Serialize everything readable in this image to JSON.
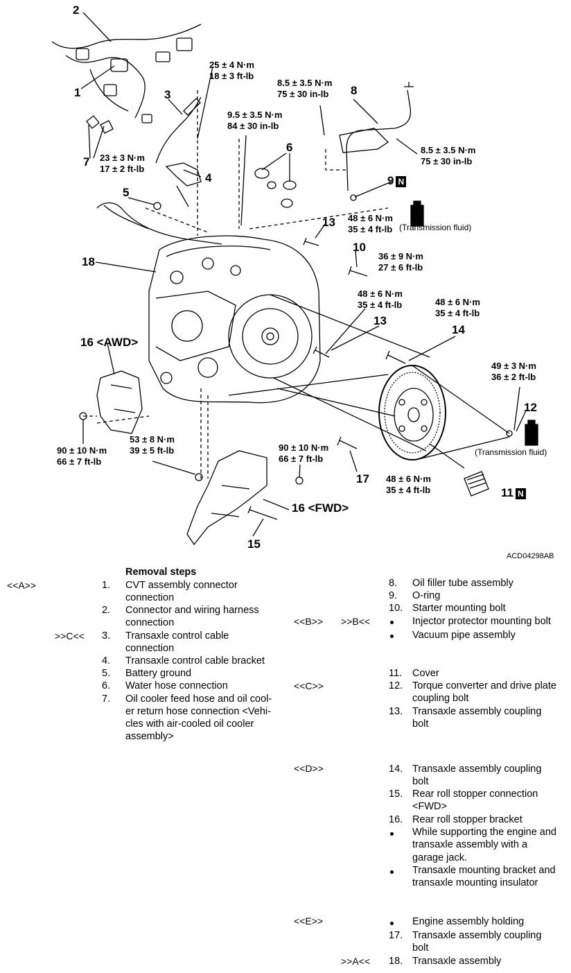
{
  "figure_code": "ACD04298AB",
  "callouts": {
    "c1": "1",
    "c2": "2",
    "c3": "3",
    "c4": "4",
    "c5": "5",
    "c6": "6",
    "c7": "7",
    "c8": "8",
    "c9": "9",
    "c10": "10",
    "c11": "11",
    "c12": "12",
    "c13a": "13",
    "c13b": "13",
    "c14": "14",
    "c15": "15",
    "c16awd": "16 <AWD>",
    "c16fwd": "16 <FWD>",
    "c17": "17",
    "c18": "18",
    "n_mark": "N"
  },
  "torques": {
    "t25": [
      "25 ± 4 N·m",
      "18 ± 3 ft-lb"
    ],
    "t95": [
      "9.5 ± 3.5 N·m",
      "84 ± 30 in-lb"
    ],
    "t85a": [
      "8.5 ± 3.5 N·m",
      "75 ± 30 in-lb"
    ],
    "t85b": [
      "8.5 ± 3.5 N·m",
      "75 ± 30 in-lb"
    ],
    "t23": [
      "23 ± 3 N·m",
      "17 ± 2 ft-lb"
    ],
    "t48a": [
      "48 ± 6 N·m",
      "35 ± 4 ft-lb"
    ],
    "t36": [
      "36 ± 9 N·m",
      "27 ± 6 ft-lb"
    ],
    "t48b": [
      "48 ± 6 N·m",
      "35 ± 4 ft-lb"
    ],
    "t48c": [
      "48 ± 6 N·m",
      "35 ± 4 ft-lb"
    ],
    "t49": [
      "49 ± 3 N·m",
      "36 ± 2 ft-lb"
    ],
    "t90a": [
      "90 ± 10 N·m",
      "66 ± 7 ft-lb"
    ],
    "t53": [
      "53 ± 8 N·m",
      "39 ± 5 ft-lb"
    ],
    "t90b": [
      "90 ± 10 N·m",
      "66 ± 7 ft-lb"
    ],
    "t48d": [
      "48 ± 6 N·m",
      "35 ± 4 ft-lb"
    ]
  },
  "fluid_label_1": "(Transmission fluid)",
  "fluid_label_2": "(Transmission fluid)",
  "steps_heading": "Removal steps",
  "left_steps": [
    {
      "code": "<<A>>",
      "num": "1.",
      "lines": [
        "CVT assembly connector",
        "connection"
      ]
    },
    {
      "num": "2.",
      "lines": [
        "Connector and wiring harness",
        "connection"
      ]
    },
    {
      "code": ">>C<<",
      "num": "3.",
      "lines": [
        "Transaxle control cable",
        "connection"
      ]
    },
    {
      "num": "4.",
      "lines": [
        "Transaxle control cable bracket"
      ]
    },
    {
      "num": "5.",
      "lines": [
        "Battery ground"
      ]
    },
    {
      "num": "6.",
      "lines": [
        "Water hose connection"
      ]
    },
    {
      "num": "7.",
      "lines": [
        "Oil cooler feed hose and oil cool-",
        "er return hose connection <Vehi-",
        "cles with air-cooled oil cooler",
        "assembly>"
      ]
    }
  ],
  "right_steps": [
    {
      "num": "8.",
      "lines": [
        "Oil filler tube assembly"
      ]
    },
    {
      "num": "9.",
      "lines": [
        "O-ring"
      ]
    },
    {
      "num": "10.",
      "lines": [
        "Starter mounting bolt"
      ]
    },
    {
      "code1": "<<B>>",
      "code2": ">>B<<",
      "bullet": true,
      "lines": [
        "Injector protector mounting bolt"
      ]
    },
    {
      "bullet": true,
      "lines": [
        "Vacuum pipe assembly"
      ]
    },
    {
      "num": "11.",
      "lines": [
        "Cover"
      ]
    },
    {
      "code1": "<<C>>",
      "num": "12.",
      "lines": [
        "Torque converter and drive plate",
        "coupling bolt"
      ]
    },
    {
      "num": "13.",
      "lines": [
        "Transaxle assembly coupling",
        "bolt"
      ]
    },
    {
      "code1": "<<D>>",
      "num": "14.",
      "lines": [
        "Transaxle assembly coupling",
        "bolt"
      ]
    },
    {
      "num": "15.",
      "lines": [
        "Rear roll stopper connection",
        "<FWD>"
      ]
    },
    {
      "num": "16.",
      "lines": [
        "Rear roll stopper bracket"
      ]
    },
    {
      "bullet": true,
      "lines": [
        "While supporting the engine and",
        "transaxle assembly with a",
        "garage jack."
      ]
    },
    {
      "bullet": true,
      "lines": [
        "Transaxle mounting bracket and",
        "transaxle mounting insulator"
      ]
    },
    {
      "code1": "<<E>>",
      "bullet": true,
      "lines": [
        "Engine assembly holding"
      ]
    },
    {
      "num": "17.",
      "lines": [
        "Transaxle assembly coupling",
        "bolt"
      ]
    },
    {
      "code2": ">>A<<",
      "num": "18.",
      "lines": [
        "Transaxle assembly"
      ]
    }
  ]
}
